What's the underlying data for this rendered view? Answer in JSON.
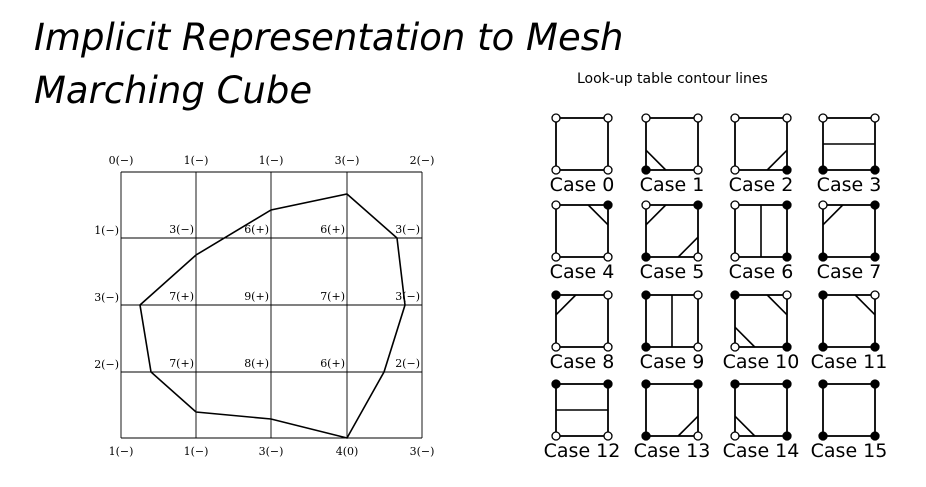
{
  "titles": [
    "Implicit Representation to Mesh",
    "Marching Cube"
  ],
  "grid": {
    "rows": [
      [
        "0(−)",
        "1(−)",
        "1(−)",
        "3(−)",
        "2(−)"
      ],
      [
        "1(−)",
        "3(−)",
        "6(+)",
        "6(+)",
        "3(−)"
      ],
      [
        "3(−)",
        "7(+)",
        "9(+)",
        "7(+)",
        "3(−)"
      ],
      [
        "2(−)",
        "7(+)",
        "8(+)",
        "6(+)",
        "2(−)"
      ],
      [
        "1(−)",
        "1(−)",
        "3(−)",
        "4(0)",
        "3(−)"
      ]
    ]
  },
  "lookup": {
    "title": "Look-up table contour lines",
    "cases": [
      {
        "label": "Case 0",
        "corners": [
          0,
          0,
          0,
          0
        ]
      },
      {
        "label": "Case 1",
        "corners": [
          0,
          0,
          0,
          1
        ]
      },
      {
        "label": "Case 2",
        "corners": [
          0,
          0,
          1,
          0
        ]
      },
      {
        "label": "Case 3",
        "corners": [
          0,
          0,
          1,
          1
        ]
      },
      {
        "label": "Case 4",
        "corners": [
          0,
          1,
          0,
          0
        ]
      },
      {
        "label": "Case 5",
        "corners": [
          0,
          1,
          0,
          1
        ]
      },
      {
        "label": "Case 6",
        "corners": [
          0,
          1,
          1,
          0
        ]
      },
      {
        "label": "Case 7",
        "corners": [
          0,
          1,
          1,
          1
        ]
      },
      {
        "label": "Case 8",
        "corners": [
          1,
          0,
          0,
          0
        ]
      },
      {
        "label": "Case 9",
        "corners": [
          1,
          0,
          0,
          1
        ]
      },
      {
        "label": "Case 10",
        "corners": [
          1,
          0,
          1,
          0
        ]
      },
      {
        "label": "Case 11",
        "corners": [
          1,
          0,
          1,
          1
        ]
      },
      {
        "label": "Case 12",
        "corners": [
          1,
          1,
          0,
          0
        ]
      },
      {
        "label": "Case 13",
        "corners": [
          1,
          1,
          0,
          1
        ]
      },
      {
        "label": "Case 14",
        "corners": [
          1,
          1,
          1,
          0
        ]
      },
      {
        "label": "Case 15",
        "corners": [
          1,
          1,
          1,
          1
        ]
      }
    ]
  }
}
